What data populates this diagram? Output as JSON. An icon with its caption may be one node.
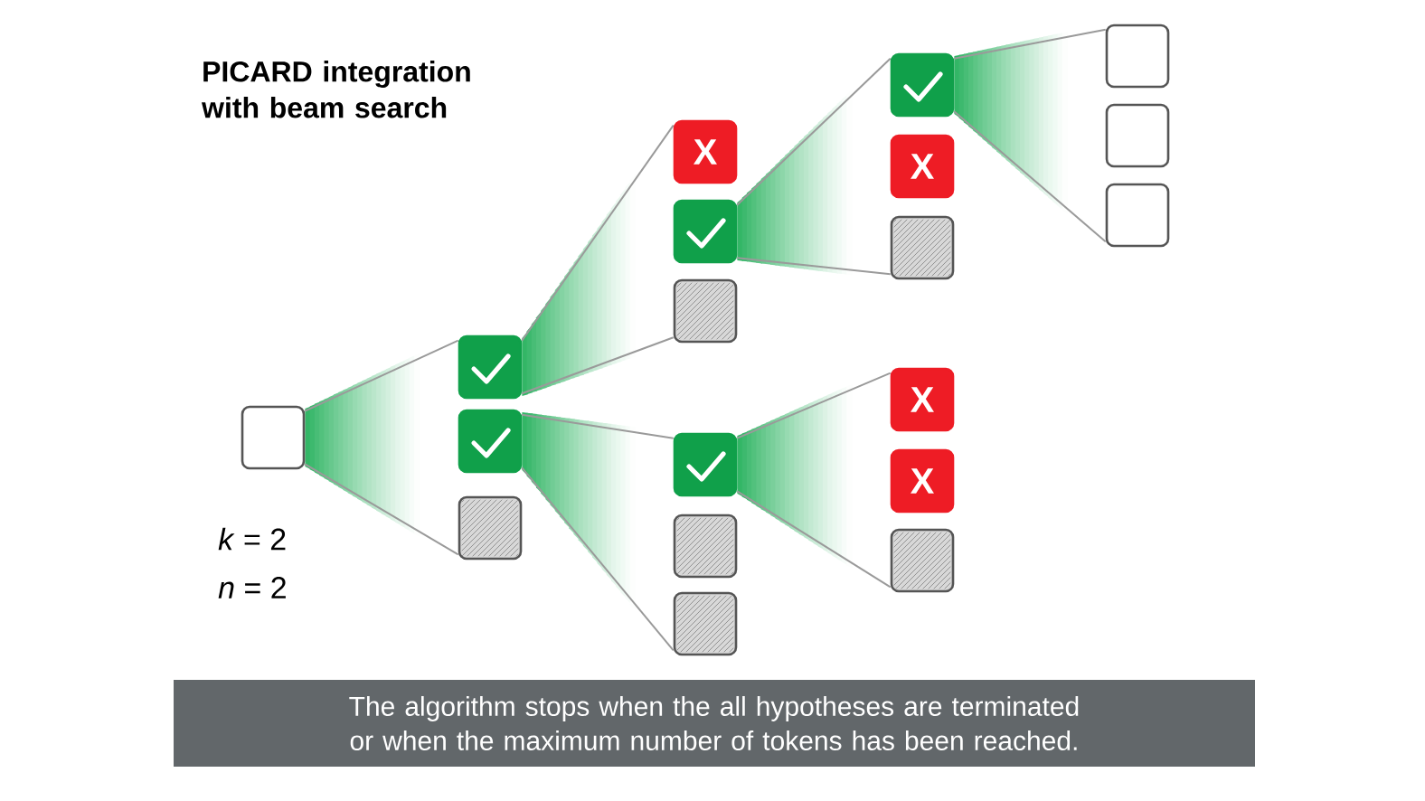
{
  "diagram": {
    "title": "PICARD integration with beam search",
    "caption": "The algorithm stops when the all hypotheses are terminated or when the maximum number of tokens has been reached.",
    "nodes": [
      {
        "text": [],
        "shape": "box"
      },
      {
        "text": [],
        "shape": "box"
      },
      {
        "text": [],
        "shape": "box"
      },
      {
        "text": [],
        "shape": "box"
      },
      {
        "text": [
          "X"
        ]
      },
      {
        "text": [],
        "shape": "box"
      },
      {
        "text": [],
        "shape": "box"
      },
      {
        "text": [],
        "shape": "box"
      },
      {
        "text": [],
        "shape": "box"
      },
      {
        "text": [],
        "shape": "box"
      },
      {
        "text": [],
        "shape": "box"
      },
      {
        "text": [
          "X"
        ]
      },
      {
        "text": [],
        "shape": "box"
      },
      {
        "text": [
          "X"
        ]
      },
      {
        "text": [
          "X"
        ]
      },
      {
        "text": [],
        "shape": "box"
      },
      {
        "text": [],
        "shape": "box"
      },
      {
        "text": [],
        "shape": "box"
      },
      {
        "text": [],
        "shape": "box"
      }
    ],
    "edges": [
      {
        "from": 0,
        "to": 1,
        "arrow": "none"
      },
      {
        "from": 0,
        "to": 3,
        "arrow": "none"
      },
      {
        "from": 1,
        "to": 4,
        "arrow": "none"
      },
      {
        "from": 1,
        "to": 6,
        "arrow": "none"
      },
      {
        "from": 2,
        "to": 7,
        "arrow": "none"
      },
      {
        "from": 2,
        "to": 9,
        "arrow": "none"
      },
      {
        "from": 5,
        "to": 10,
        "arrow": "none"
      },
      {
        "from": 5,
        "to": 12,
        "arrow": "none"
      },
      {
        "from": 7,
        "to": 13,
        "arrow": "none"
      },
      {
        "from": 7,
        "to": 15,
        "arrow": "none"
      },
      {
        "from": 10,
        "to": 16,
        "arrow": "none"
      },
      {
        "from": 10,
        "to": 18,
        "arrow": "none"
      }
    ],
    "labels": [
      "*k* = 2",
      "*n* = 2"
    ]
  }
}
